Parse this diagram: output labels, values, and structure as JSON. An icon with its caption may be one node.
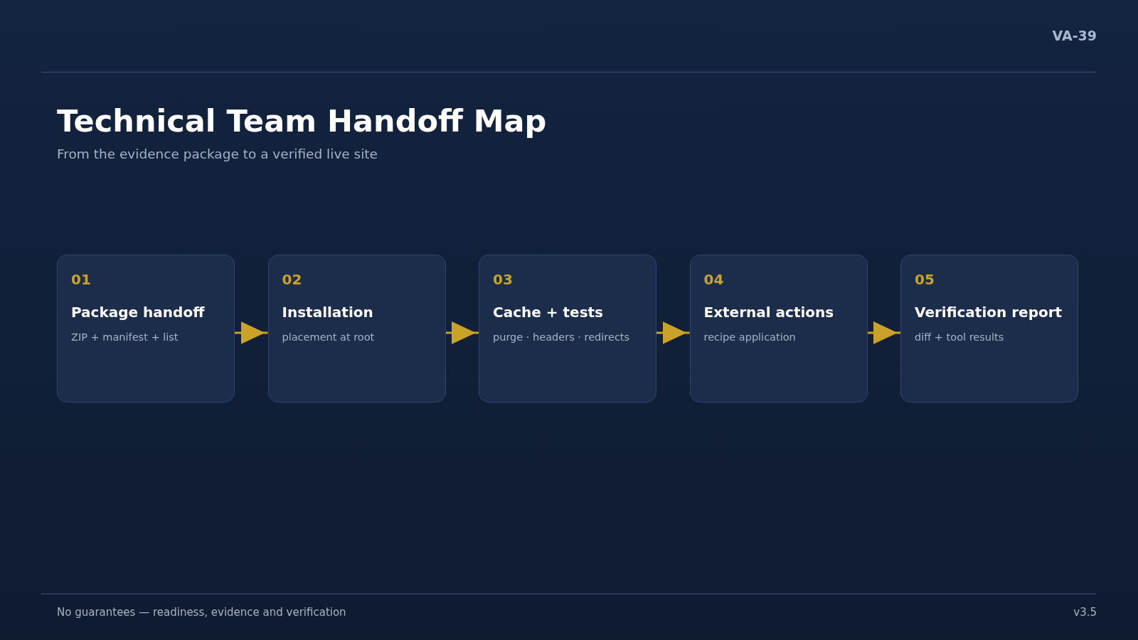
{
  "diagram": {
    "title": "Technical Team Handoff Map",
    "nodes": [
      {
        "text": [
          "01",
          "Package handoff",
          "ZIP + manifest + list"
        ]
      },
      {
        "text": [
          "02",
          "Installation",
          "placement at root"
        ]
      },
      {
        "text": [
          "03",
          "Cache + tests",
          "purge · headers · redirects"
        ]
      },
      {
        "text": [
          "04",
          "External actions",
          "recipe application"
        ]
      },
      {
        "text": [
          "05",
          "Verification report",
          "diff + tool results"
        ]
      }
    ],
    "edges": [
      {
        "from": 0,
        "to": 1,
        "arrow": "to"
      },
      {
        "from": 1,
        "to": 2,
        "arrow": "to"
      },
      {
        "from": 2,
        "to": 3,
        "arrow": "to"
      },
      {
        "from": 3,
        "to": 4,
        "arrow": "to"
      }
    ],
    "labels": [
      "VA-39",
      "From the evidence package to a verified live site",
      "No guarantees — readiness, evidence and verification",
      "v3.5"
    ]
  }
}
